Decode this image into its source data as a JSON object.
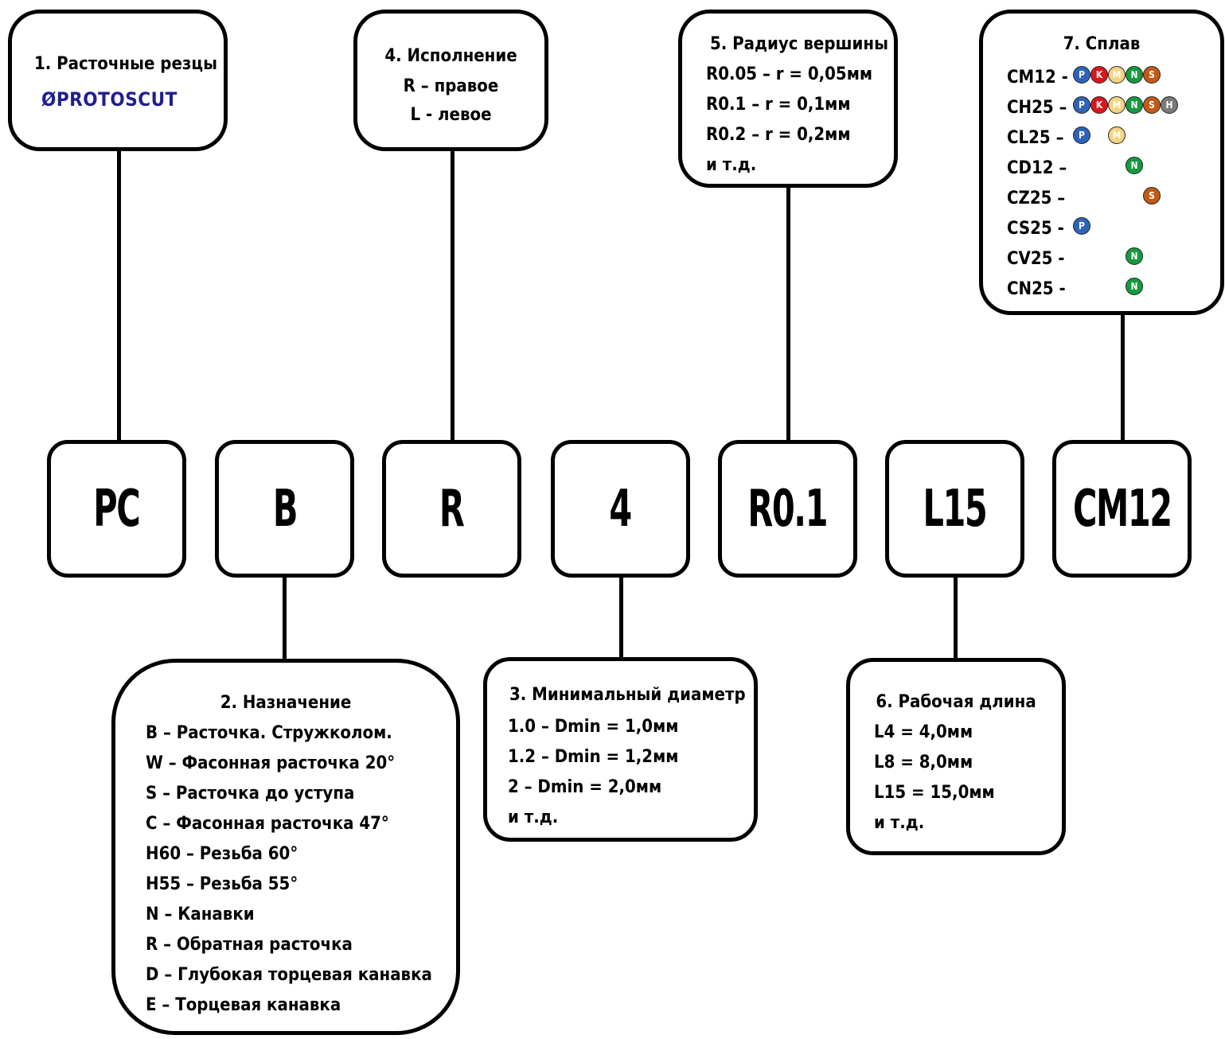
{
  "codes": [
    "PC",
    "B",
    "R",
    "4",
    "R0.1",
    "L15",
    "CM12"
  ],
  "box1": {
    "title": "1. Расточные резцы",
    "logo": "ØPROTOSCUT"
  },
  "box2": {
    "title": "2. Назначение",
    "items": [
      "B – Расточка. Стружколом.",
      "W – Фасонная расточка 20°",
      "S – Расточка до уступа",
      "C – Фасонная расточка 47°",
      "H60 – Резьба 60°",
      "H55 – Резьба 55°",
      "N – Канавки",
      "R – Обратная расточка",
      "D – Глубокая торцевая канавка",
      "E – Торцевая канавка"
    ]
  },
  "box3": {
    "title": "3. Минимальный диаметр",
    "items": [
      "1.0 – Dmin = 1,0мм",
      "1.2 – Dmin = 1,2мм",
      "2 – Dmin = 2,0мм",
      "и т.д."
    ]
  },
  "box4": {
    "title": "4. Исполнение",
    "items": [
      "R – правое",
      "L - левое"
    ]
  },
  "box5": {
    "title": "5. Радиус вершины",
    "items": [
      "R0.05 – r = 0,05мм",
      "R0.1 – r = 0,1мм",
      "R0.2 – r = 0,2мм",
      "и т.д."
    ]
  },
  "box6": {
    "title": "6. Рабочая длина",
    "items": [
      "L4 = 4,0мм",
      "L8 = 8,0мм",
      "L15 = 15,0мм",
      "и т.д."
    ]
  },
  "box7": {
    "title": "7. Сплав",
    "alloys": [
      {
        "name": "CM12 -",
        "materials": [
          "P",
          "K",
          "M",
          "N",
          "S"
        ]
      },
      {
        "name": "CH25 –",
        "materials": [
          "P",
          "K",
          "M",
          "N",
          "S",
          "H"
        ]
      },
      {
        "name": "CL25 –",
        "materials": [
          "P",
          "M"
        ]
      },
      {
        "name": "CD12 –",
        "materials": [
          "N"
        ]
      },
      {
        "name": "CZ25 –",
        "materials": [
          "S"
        ]
      },
      {
        "name": "CS25 -",
        "materials": [
          "P"
        ]
      },
      {
        "name": "CV25 -",
        "materials": [
          "N"
        ]
      },
      {
        "name": "CN25 -",
        "materials": [
          "N"
        ]
      }
    ]
  },
  "material_colors": {
    "P": "#2f63b8",
    "K": "#d9161c",
    "M": "#f4d480",
    "N": "#159a3e",
    "S": "#c05a16",
    "H": "#7a7a7a"
  }
}
